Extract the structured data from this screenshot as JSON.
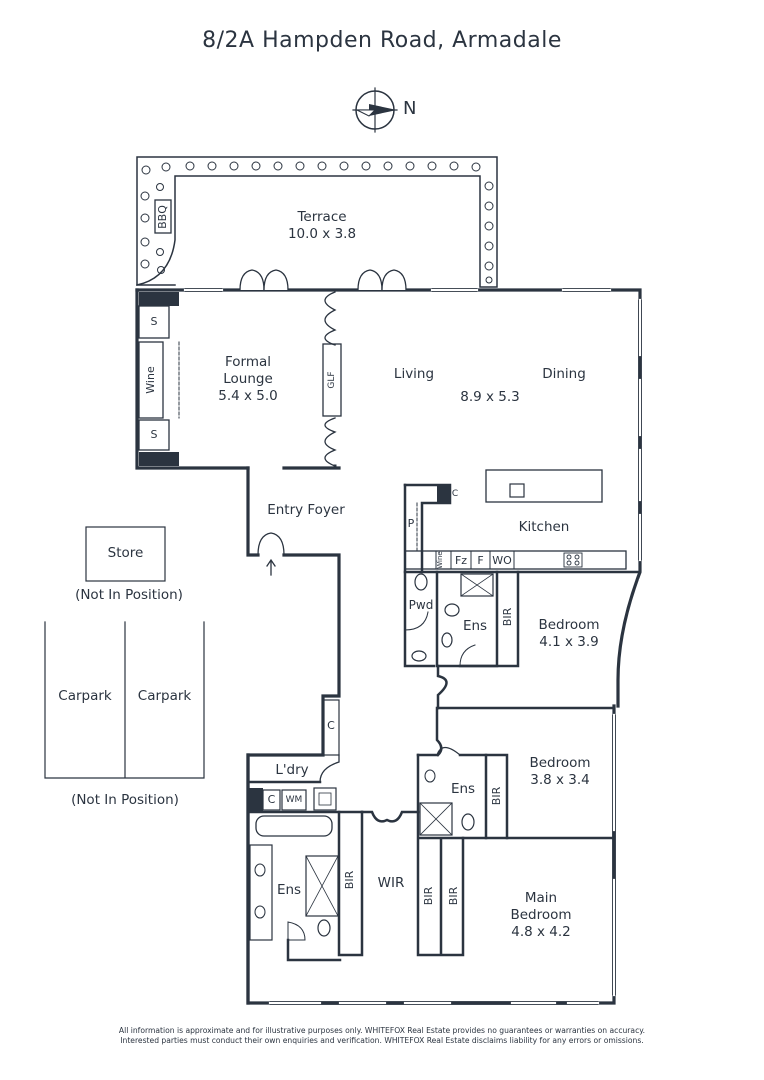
{
  "title": "8/2A Hampden Road, Armadale",
  "compass": {
    "label": "N"
  },
  "rooms": {
    "terrace": {
      "name": "Terrace",
      "dims": "10.0 x 3.8"
    },
    "bbq": "BBQ",
    "formal_lounge": {
      "name_line1": "Formal",
      "name_line2": "Lounge",
      "dims": "5.4 x 5.0"
    },
    "wine_lounge": "Wine",
    "s_top": "S",
    "s_bottom": "S",
    "glf": "GLF",
    "living": "Living",
    "dining": "Dining",
    "living_dining_dims": "8.9 x 5.3",
    "entry_foyer": "Entry Foyer",
    "kitchen": "Kitchen",
    "kitchen_c": "C",
    "pantry": "P",
    "wine_kitchen": "Wine",
    "fz": "Fz",
    "fridge": "F",
    "wo": "WO",
    "pwd": "Pwd",
    "ens1": "Ens",
    "bir1": "BIR",
    "bedroom1": {
      "name": "Bedroom",
      "dims": "4.1 x 3.9"
    },
    "cupboard_hall": "C",
    "laundry": "L'dry",
    "laundry_c": "C",
    "wm": "WM",
    "ens2": "Ens",
    "bir2": "BIR",
    "bedroom2": {
      "name": "Bedroom",
      "dims": "3.8 x 3.4"
    },
    "ens3": "Ens",
    "bir3": "BIR",
    "wir": "WIR",
    "bir4": "BIR",
    "bir5": "BIR",
    "main_bedroom": {
      "name_line1": "Main",
      "name_line2": "Bedroom",
      "dims": "4.8 x 4.2"
    }
  },
  "outbuildings": {
    "store": "Store",
    "store_note": "(Not In Position)",
    "carpark_1": "Carpark",
    "carpark_2": "Carpark",
    "carpark_note": "(Not In Position)"
  },
  "disclaimer": {
    "line1": "All information is approximate and for illustrative purposes only. WHITEFOX Real Estate provides no guarantees or warranties on accuracy.",
    "line2": "Interested parties must conduct their own enquiries and verification. WHITEFOX Real Estate disclaims liability for any errors or omissions."
  },
  "colors": {
    "wall": "#2b3440",
    "text": "#2b3440",
    "background": "#ffffff"
  }
}
